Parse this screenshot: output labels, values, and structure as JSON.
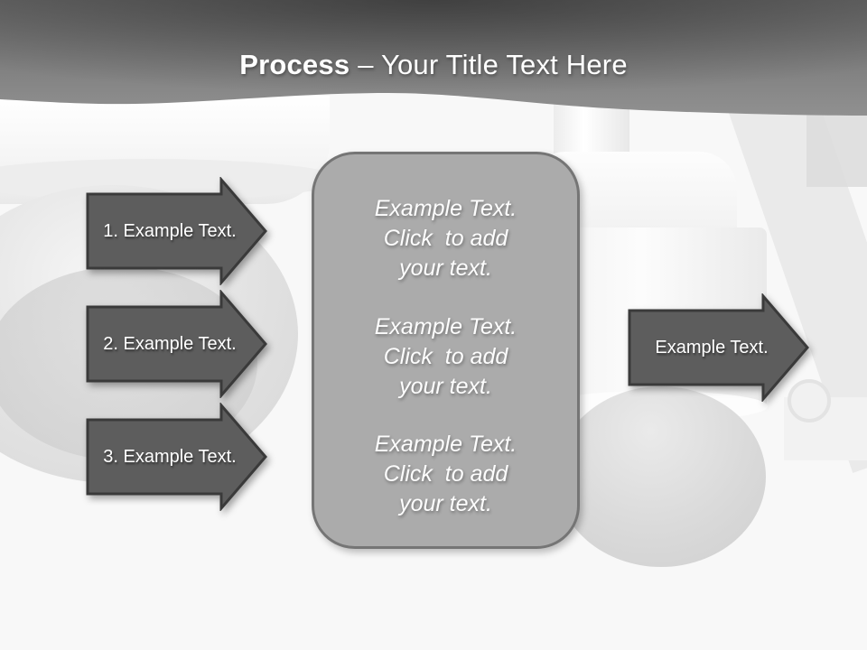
{
  "slide": {
    "header": {
      "title_bold": "Process",
      "title_rest": "– Your Title Text Here"
    },
    "left_arrows": [
      {
        "label": "1. Example Text."
      },
      {
        "label": "2. Example Text."
      },
      {
        "label": "3. Example Text."
      }
    ],
    "center_box": {
      "paragraphs": [
        {
          "line1": "Example Text.",
          "line2": "Click  to add",
          "line3": "your text."
        },
        {
          "line1": "Example Text.",
          "line2": "Click  to add",
          "line3": "your text."
        },
        {
          "line1": "Example Text.",
          "line2": "Click  to add",
          "line3": "your text."
        }
      ]
    },
    "right_arrow": {
      "label": "Example Text."
    },
    "colors": {
      "header_top": "#4e4e4e",
      "header_bottom": "#949494",
      "arrow_fill": "#5d5d5d",
      "arrow_border": "#3a3a3a",
      "box_fill": "#ababab",
      "box_border": "#757575",
      "text": "#ffffff"
    }
  }
}
